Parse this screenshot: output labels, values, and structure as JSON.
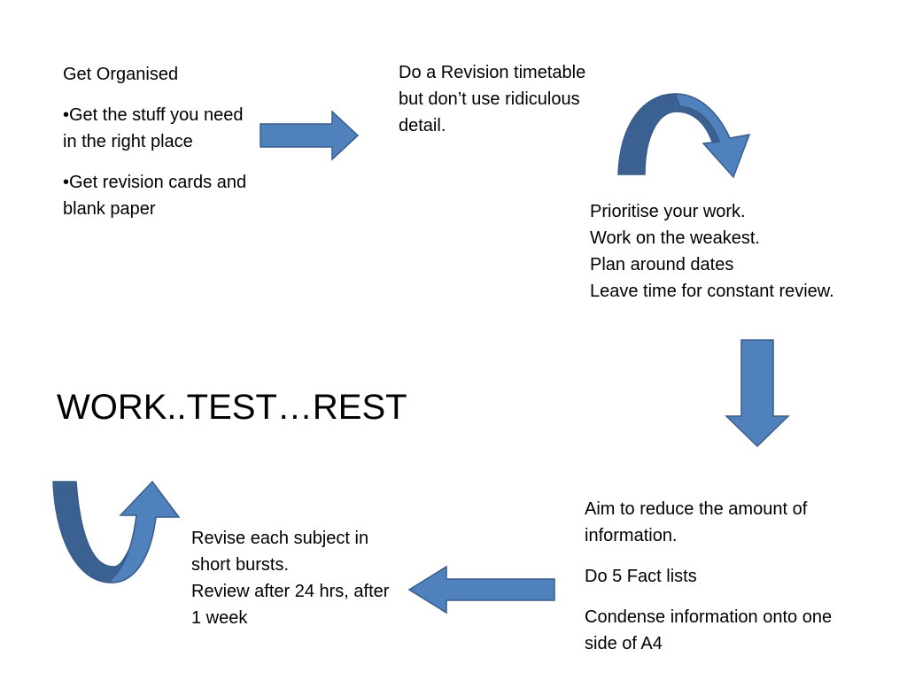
{
  "get_organised": {
    "heading": "Get Organised",
    "bullets": [
      "•Get the stuff you need in the right place",
      "•Get revision cards and blank paper"
    ]
  },
  "revision_timetable": {
    "text": "Do a Revision timetable but don’t use ridiculous detail."
  },
  "prioritise": {
    "lines": [
      "Prioritise your work.",
      "Work on the weakest.",
      "Plan around dates",
      "Leave time for constant review."
    ]
  },
  "reduce_information": {
    "paragraphs": [
      "Aim to reduce the amount of information.",
      "Do 5 Fact lists",
      "Condense information onto one side of A4"
    ]
  },
  "short_bursts": {
    "lines": [
      "Revise each subject in short bursts.",
      "Review  after 24 hrs, after 1 week"
    ]
  },
  "mantra": "WORK..TEST…REST",
  "colors": {
    "arrow_fill": "#4f81bd",
    "arrow_dark": "#3a6191",
    "arrow_stroke": "#385d8a",
    "text": "#000000",
    "background": "#ffffff"
  },
  "icons": {
    "right": "arrow-right-icon",
    "down": "arrow-down-icon",
    "left": "arrow-left-icon",
    "curve_top": "curved-arrow-down-icon",
    "curve_bottom": "curved-arrow-up-icon"
  }
}
